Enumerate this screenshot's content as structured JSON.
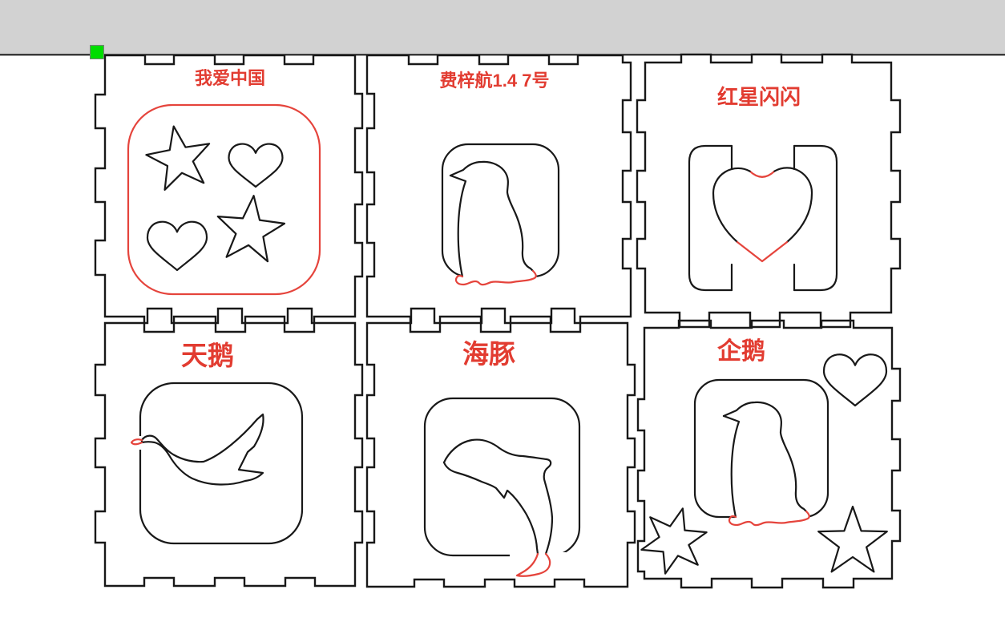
{
  "window": {
    "toolbar_bg": "#d2d2d2",
    "canvas_bg": "#ffffff",
    "ruler_line_color": "#1c1c1c"
  },
  "selection": {
    "handle_color": "#00dd00"
  },
  "colors": {
    "cut_outline_black": "#181818",
    "engrave_red": "#e5443c",
    "title_red": "#e23c31"
  },
  "panels": [
    {
      "id": "panel-1",
      "title": "我爱中国",
      "shapes": [
        "rounded-square",
        "five-point-star",
        "heart",
        "heart",
        "five-point-star"
      ]
    },
    {
      "id": "panel-2",
      "title": "费梓航1.4 7号",
      "shapes": [
        "rounded-square",
        "penguin"
      ]
    },
    {
      "id": "panel-3",
      "title": "红星闪闪",
      "shapes": [
        "left-bracket",
        "right-bracket",
        "heart"
      ]
    },
    {
      "id": "panel-4",
      "title": "天鹅",
      "shapes": [
        "rounded-square",
        "swan"
      ]
    },
    {
      "id": "panel-5",
      "title": "海豚",
      "shapes": [
        "rounded-square",
        "dolphin"
      ]
    },
    {
      "id": "panel-6",
      "title": "企鹅",
      "shapes": [
        "rounded-square",
        "penguin",
        "heart",
        "six-point-star",
        "five-point-star"
      ]
    }
  ]
}
